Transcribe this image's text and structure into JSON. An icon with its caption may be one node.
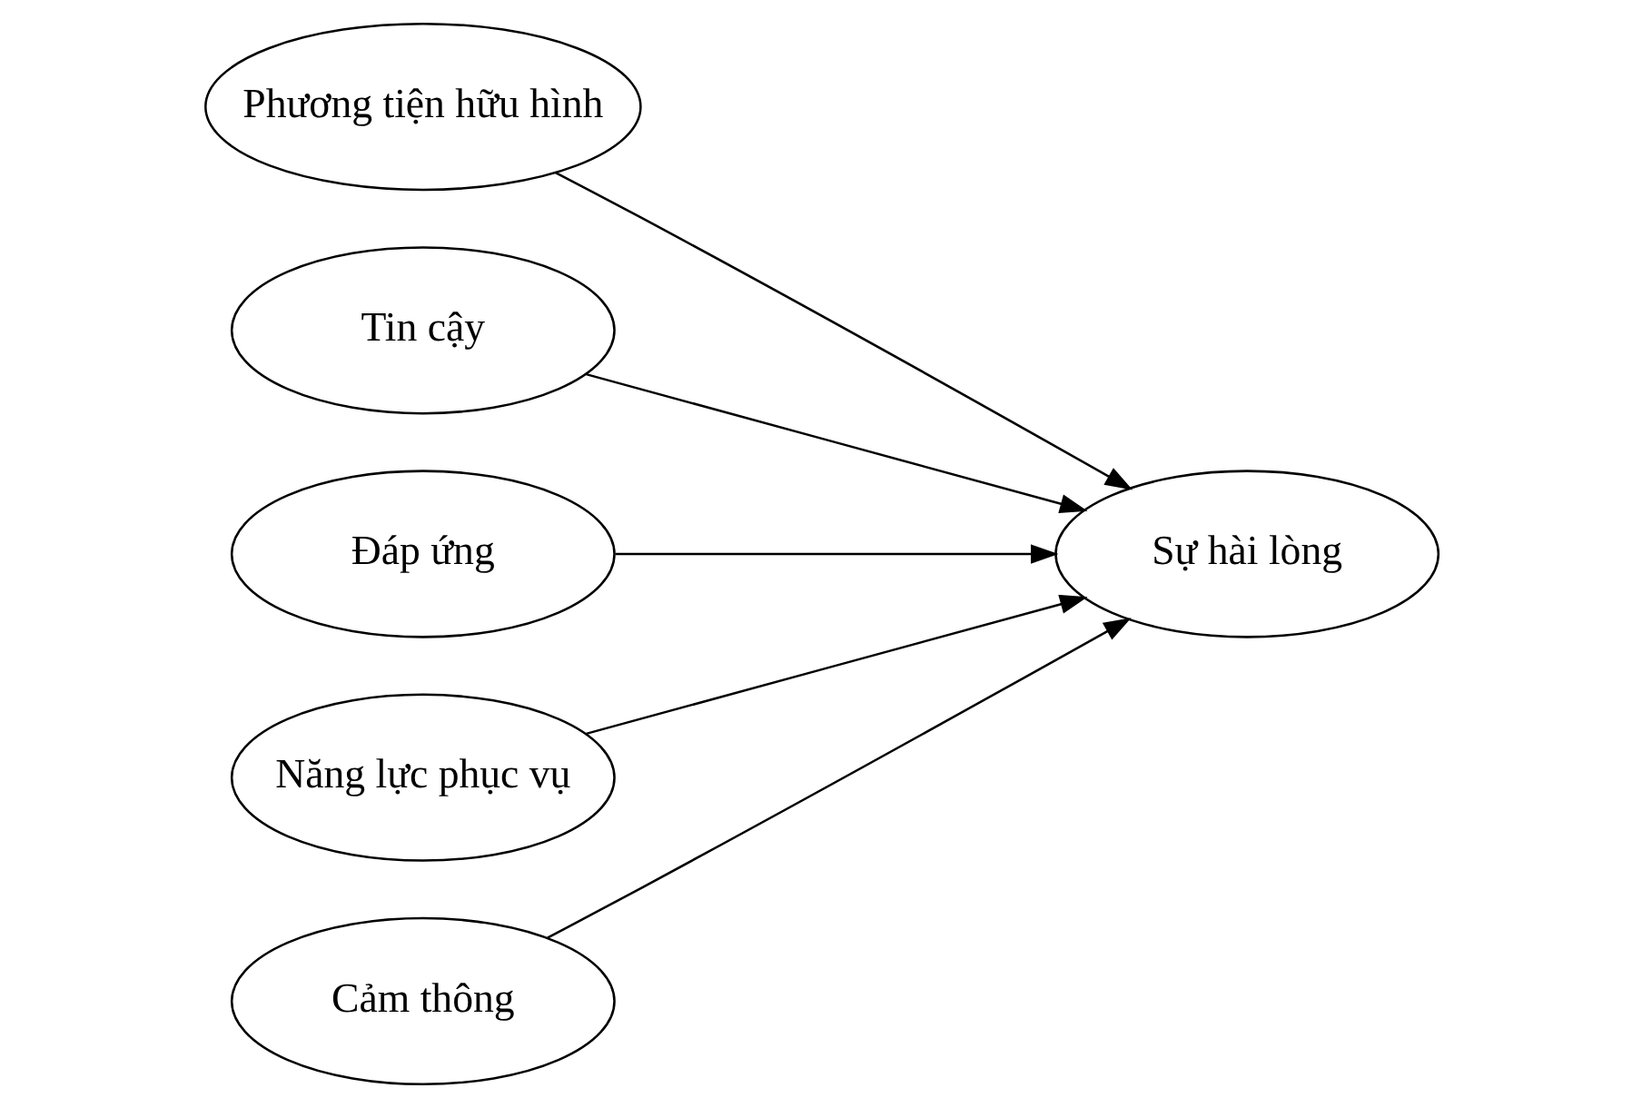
{
  "diagram": {
    "nodes": [
      {
        "text": [
          "Phương tiện hữu hình"
        ]
      },
      {
        "text": [
          "Tin cậy"
        ]
      },
      {
        "text": [
          "Đáp ứng"
        ]
      },
      {
        "text": [
          "Năng lực phục vụ"
        ]
      },
      {
        "text": [
          "Cảm thông"
        ]
      },
      {
        "text": [
          "Sự hài lòng"
        ]
      }
    ],
    "edges": [
      {
        "from": 0,
        "to": 5,
        "arrow": "to"
      },
      {
        "from": 1,
        "to": 5,
        "arrow": "to"
      },
      {
        "from": 2,
        "to": 5,
        "arrow": "to"
      },
      {
        "from": 3,
        "to": 5,
        "arrow": "to"
      },
      {
        "from": 4,
        "to": 5,
        "arrow": "to"
      }
    ]
  }
}
